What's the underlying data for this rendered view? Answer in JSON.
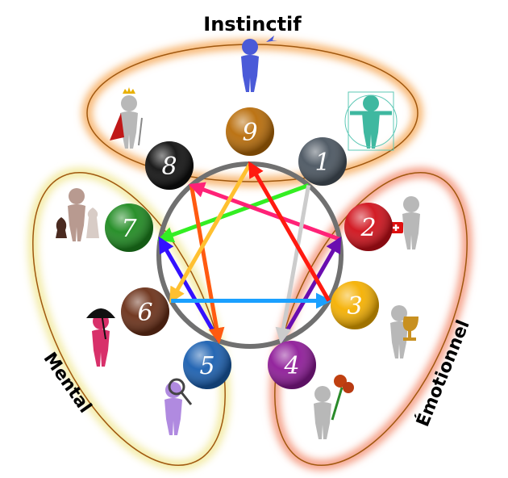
{
  "title": "Ennéagramme",
  "centers": [
    {
      "id": "instinctif",
      "label": "Instinctif",
      "types": [
        "8",
        "9",
        "1"
      ],
      "glow_color": "#f7b26a",
      "line_color": "#a0580f"
    },
    {
      "id": "mental",
      "label": "Mental",
      "types": [
        "5",
        "6",
        "7"
      ],
      "glow_color": "#f2eaa0",
      "line_color": "#a0580f"
    },
    {
      "id": "emotionnel",
      "label": "Émotionnel",
      "types": [
        "2",
        "3",
        "4"
      ],
      "glow_color": "#f49a80",
      "line_color": "#a0580f"
    }
  ],
  "types": [
    {
      "number": "1",
      "color": "#4a5560",
      "figure": "vitruvian-figure"
    },
    {
      "number": "2",
      "color": "#d0101a",
      "figure": "first-aid-figure"
    },
    {
      "number": "3",
      "color": "#f5b000",
      "figure": "trophy-figure"
    },
    {
      "number": "4",
      "color": "#8e1a98",
      "figure": "flowers-figure"
    },
    {
      "number": "5",
      "color": "#1a5fb0",
      "figure": "magnifier-figure"
    },
    {
      "number": "6",
      "color": "#6b3018",
      "figure": "umbrella-figure"
    },
    {
      "number": "7",
      "color": "#1e8a20",
      "figure": "chess-figure"
    },
    {
      "number": "8",
      "color": "#101010",
      "figure": "king-figure"
    },
    {
      "number": "9",
      "color": "#b86c08",
      "figure": "peace-dove-figure"
    }
  ],
  "arrows": [
    {
      "from": "1",
      "to": "7",
      "color": "#33ee22"
    },
    {
      "from": "7",
      "to": "5",
      "color": "#3311ff",
      "reverse": true
    },
    {
      "from": "5",
      "to": "8",
      "color": "#ff5a10",
      "reverse": true
    },
    {
      "from": "8",
      "to": "2",
      "color": "#ff2277",
      "reverse": true
    },
    {
      "from": "2",
      "to": "4",
      "color": "#6a0db0",
      "reverse": true
    },
    {
      "from": "4",
      "to": "1",
      "color": "#cccccc",
      "reverse": true
    },
    {
      "from": "9",
      "to": "6",
      "color": "#ffc030"
    },
    {
      "from": "6",
      "to": "3",
      "color": "#1aa0ff"
    },
    {
      "from": "3",
      "to": "9",
      "color": "#ff1a10"
    }
  ],
  "outer_circle_color": "#707070"
}
